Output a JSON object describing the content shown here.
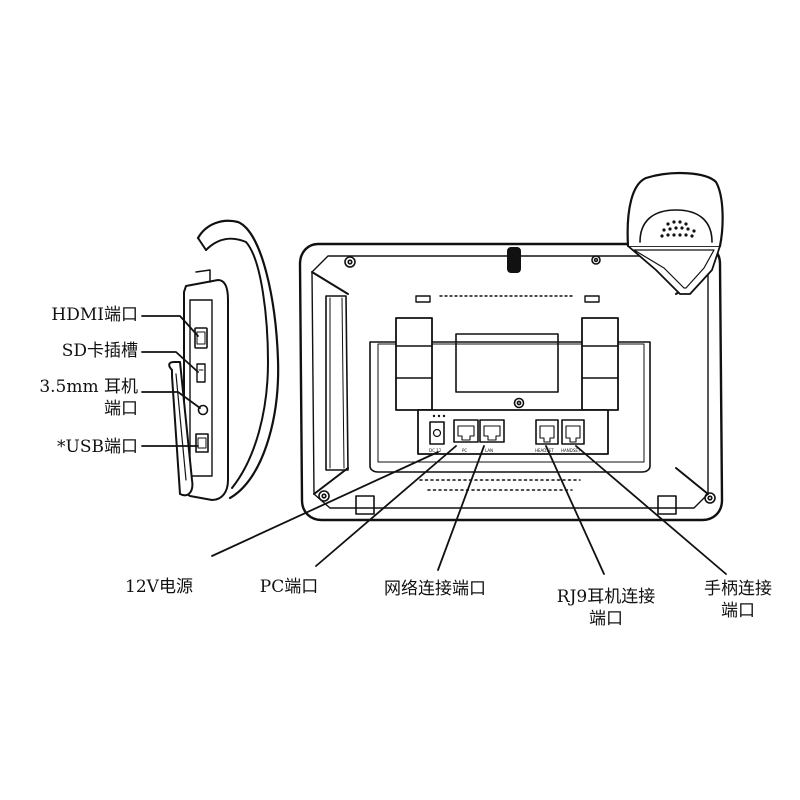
{
  "side_labels": {
    "hdmi": "HDMI端口",
    "sd": "SD卡插槽",
    "audio_line1": "3.5mm 耳机",
    "audio_line2": "端口",
    "usb": "*USB端口"
  },
  "bottom_labels": {
    "power": "12V电源",
    "pc": "PC端口",
    "lan": "网络连接端口",
    "rj9_line1": "RJ9耳机连接",
    "rj9_line2": "端口",
    "handset_line1": "手柄连接",
    "handset_line2": "端口"
  },
  "port_marks": {
    "dc": "DC 12",
    "pc": "PC",
    "lan": "LAN",
    "headset": "HEADSET",
    "handset": "HANDSET"
  }
}
